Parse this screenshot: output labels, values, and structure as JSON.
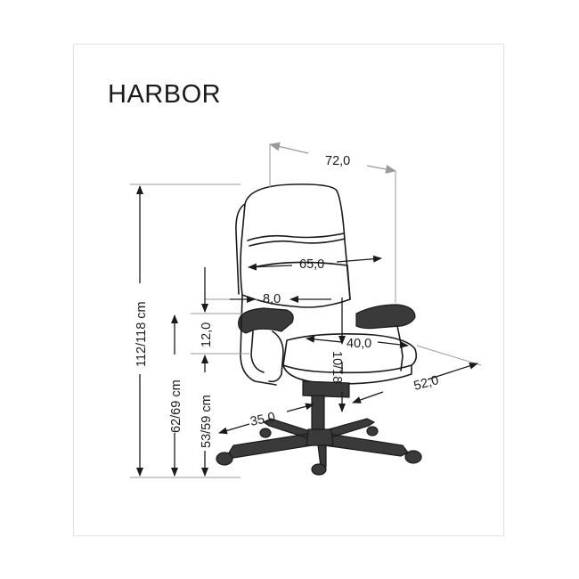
{
  "title": "HARBOR",
  "dimensions": {
    "depth_total": "72,0",
    "backrest_width": "65,0",
    "lumbar": "8,0",
    "armrest_height": "12,0",
    "seat_width": "40,0",
    "seat_depth": "52,0",
    "seat_height_adjust": "10/18",
    "base_radius": "35,0",
    "total_height": "112/118 cm",
    "armrest_floor_height": "62/69 cm",
    "seat_floor_height": "53/59 cm"
  }
}
